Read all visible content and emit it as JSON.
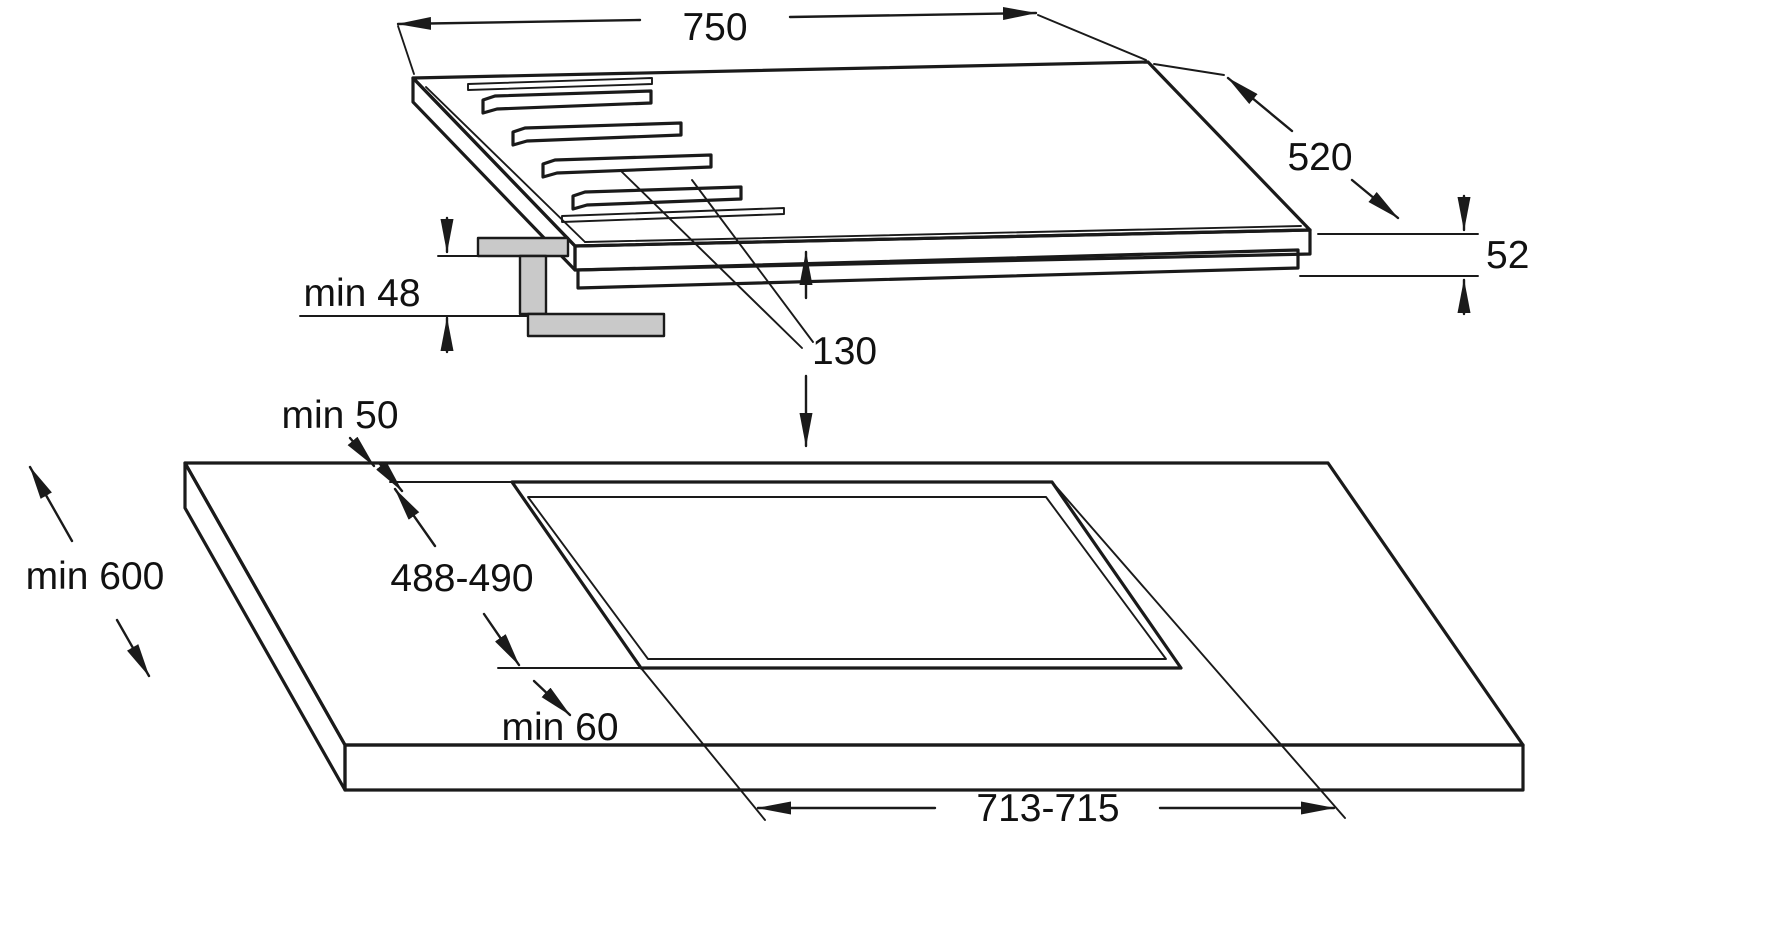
{
  "page": {
    "background": "#ffffff",
    "line_color": "#1a1a1a",
    "bracket_fill": "#c9c9c9"
  },
  "diagram": {
    "kind": "hob-installation-technical-drawing",
    "views": {
      "top_view": "gas-hob-perspective",
      "bottom_view": "worktop-cutout-perspective"
    },
    "labels": {
      "hob_width": "750",
      "hob_depth": "520",
      "hob_height": "52",
      "clearance_below": "min 48",
      "offset_130": "130",
      "rear_distance": "min 50",
      "worktop_depth": "min 600",
      "cutout_depth": "488-490",
      "front_distance": "min 60",
      "cutout_width": "713-715"
    }
  }
}
